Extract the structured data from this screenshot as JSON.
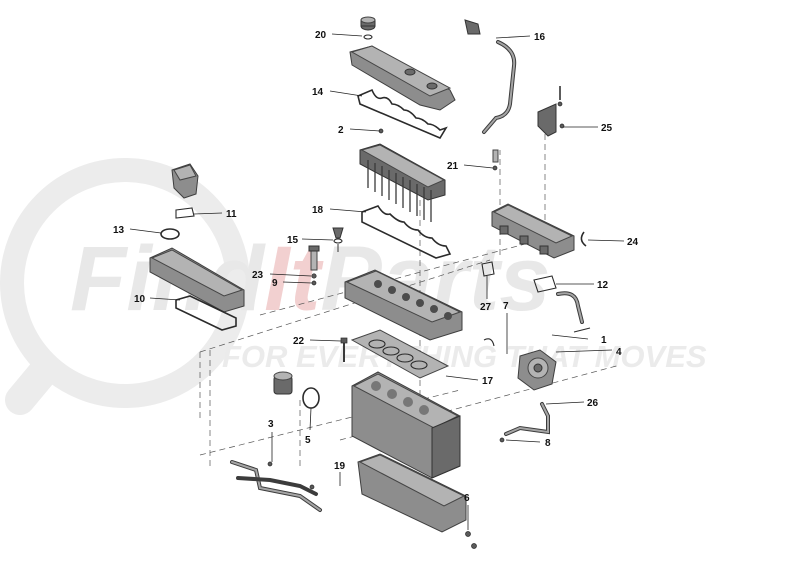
{
  "watermark": {
    "brand_first": "Find",
    "brand_accent": "It",
    "brand_last": "Parts",
    "tagline": "FOR EVERYTHING THAT MOVES",
    "text_color": "#e9e9e9",
    "accent_color": "#f3d3d3"
  },
  "callouts": [
    "1",
    "2",
    "3",
    "4",
    "5",
    "6",
    "7",
    "8",
    "9",
    "10",
    "11",
    "12",
    "13",
    "14",
    "15",
    "16",
    "17",
    "18",
    "19",
    "20",
    "21",
    "22",
    "23",
    "24",
    "25",
    "26",
    "27"
  ]
}
